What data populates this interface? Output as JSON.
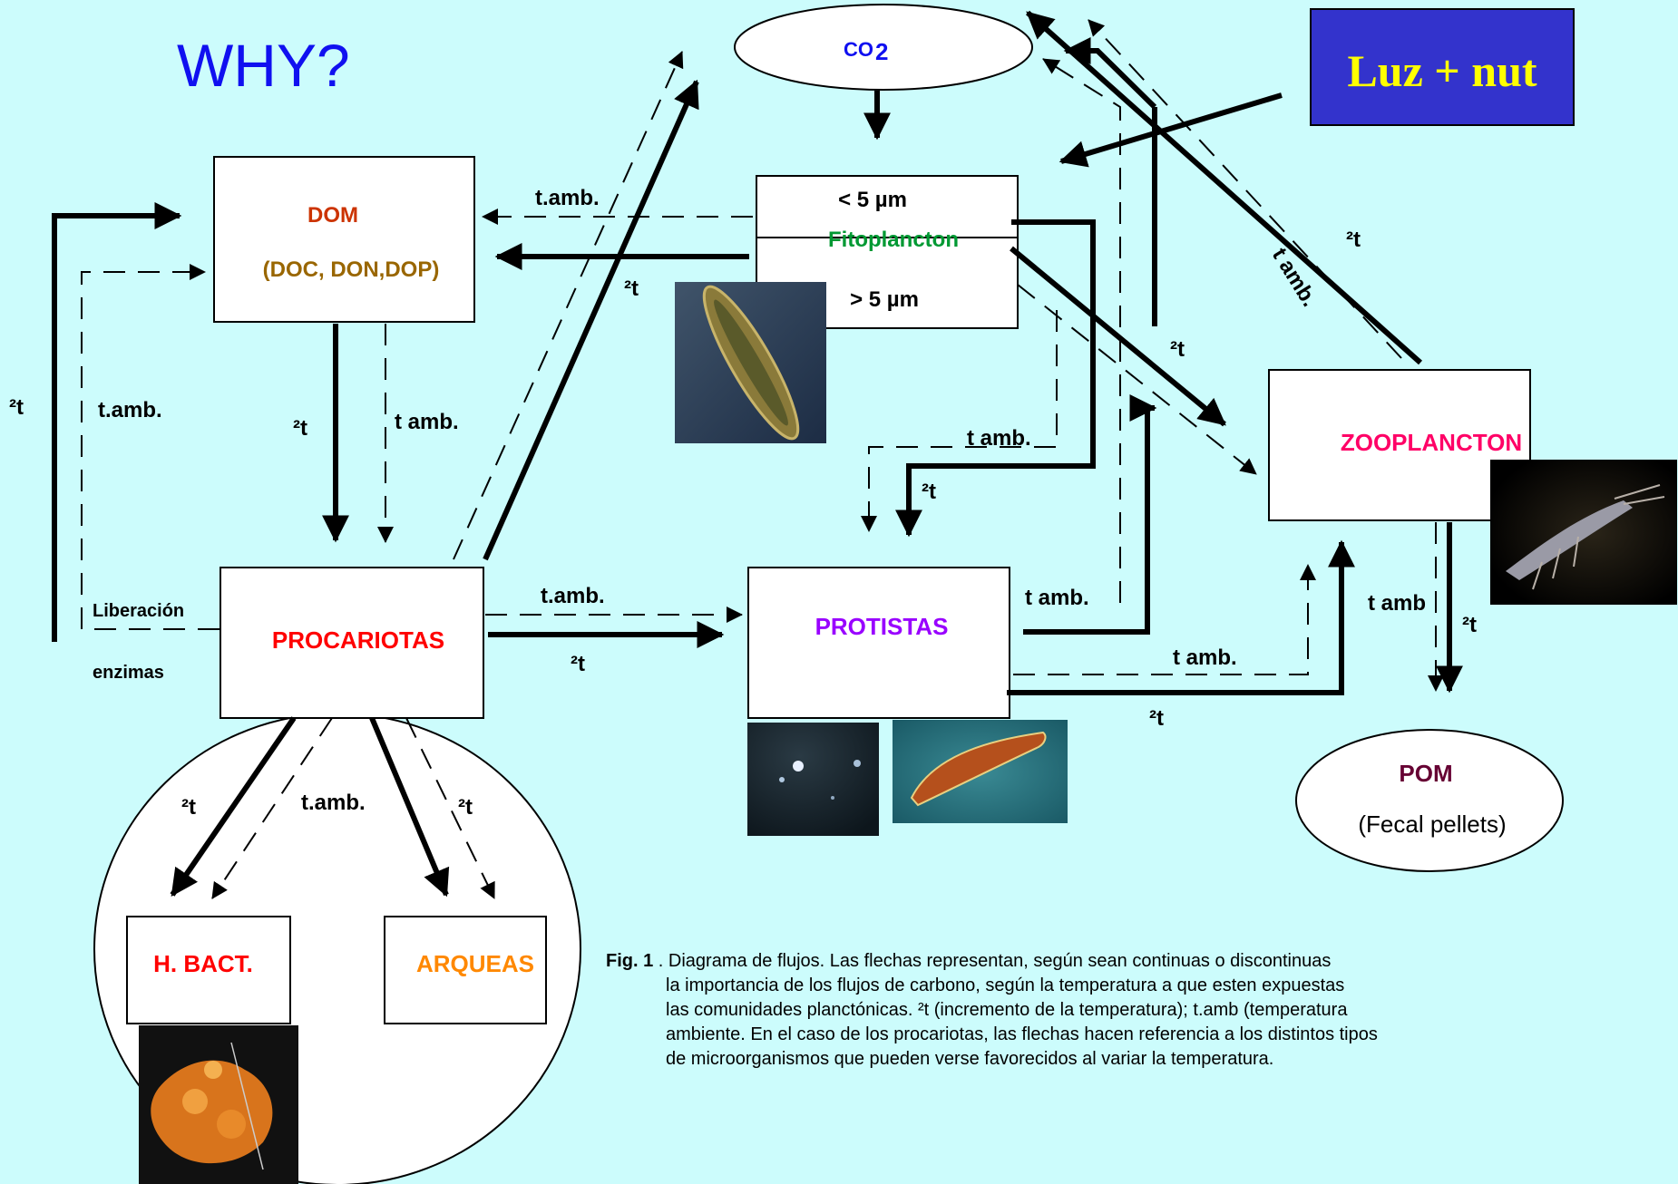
{
  "title": "WHY?",
  "light_box": "Luz + nut",
  "nodes": {
    "co2": {
      "label": "CO",
      "sub": "2"
    },
    "dom": {
      "title": "DOM",
      "subtitle": "(DOC, DON,DOP)"
    },
    "phyto": {
      "top": "< 5 µm",
      "name": "Fitoplancton",
      "bottom": "> 5 µm"
    },
    "prokaryotes": {
      "label": "PROCARIOTAS"
    },
    "protists": {
      "label": "PROTISTAS"
    },
    "zooplankton": {
      "label": "ZOOPLANCTON"
    },
    "pom": {
      "title": "POM",
      "subtitle": "(Fecal pellets)"
    },
    "hbact": {
      "label": "H. BACT."
    },
    "archaea": {
      "label": "ARQUEAS"
    }
  },
  "labels": {
    "inc_t": "²t",
    "t_amb_dot": "t.amb.",
    "t_amb": "t amb.",
    "t_amb_short": "t amb",
    "t_amb_rot": "t amb.",
    "liberacion": "Liberación",
    "enzimas": "enzimas"
  },
  "caption": {
    "fig": "Fig. 1",
    "lines": [
      " . Diagrama de flujos. Las flechas representan, según sean continuas o discontinuas",
      "la importancia de los flujos de carbono, según la temperatura a que esten expuestas",
      "las comunidades planctónicas. ²t (incremento de la temperatura); t.amb (temperatura",
      "ambiente. En el caso de los procariotas, las flechas hacen referencia a los distintos tipos",
      "de microorganismos que pueden verse favorecidos al variar la temperatura."
    ]
  },
  "colors": {
    "background": "#ccfcfc",
    "title": "#1010f0",
    "light_box_bg": "#3333cc",
    "light_box_text": "#ffff00",
    "dom_title": "#cc3300",
    "dom_subtitle": "#996600",
    "phyto_name": "#009933",
    "prokaryotes": "#ff0000",
    "protists": "#9900ff",
    "zooplankton": "#ff0066",
    "pom": "#660033",
    "hbact": "#ff0000",
    "archaea": "#ff8800"
  },
  "photos": [
    "diatom-photo",
    "zooplankton-photo",
    "protist-dark-photo",
    "protist-ciliate-photo",
    "bacteria-photo"
  ]
}
